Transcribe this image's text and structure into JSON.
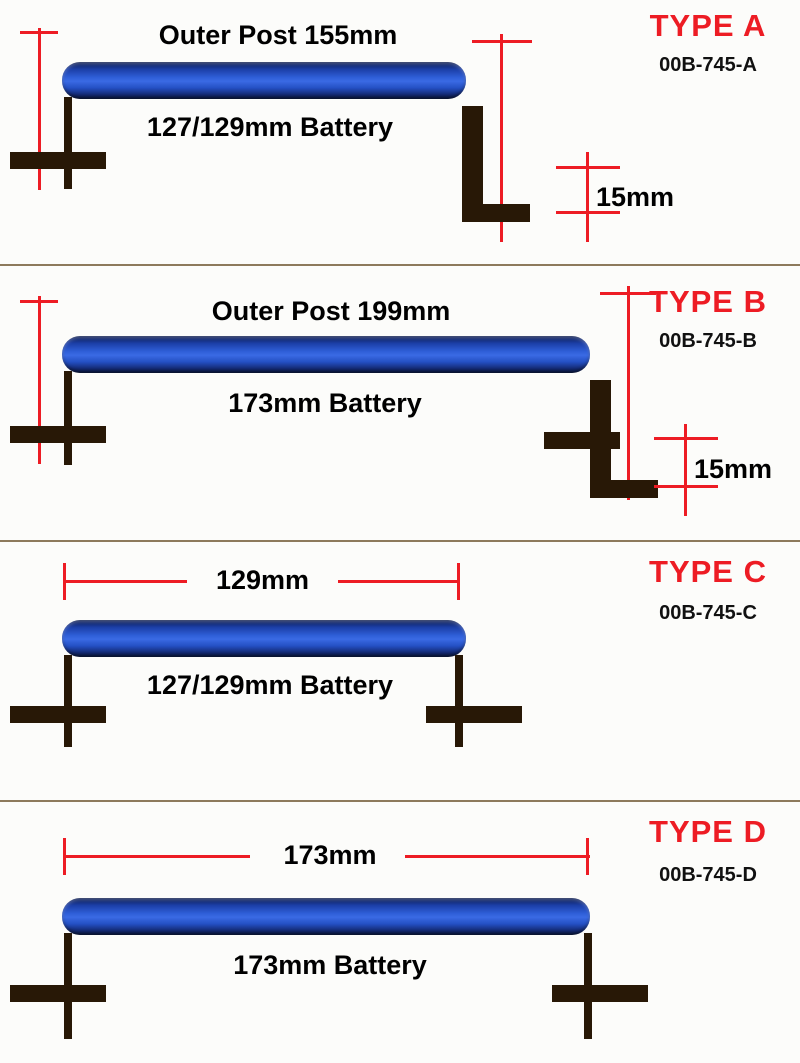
{
  "colors": {
    "accent_red": "#ed1c24",
    "post_blue": "#2f5fd8",
    "leg_dark_brown": "#281806",
    "divider_tan": "#8d7a5c"
  },
  "sections": [
    {
      "type_label": "TYPE A",
      "part_number": "00B-745-A",
      "top_label": "Outer Post 155mm",
      "battery_label": "127/129mm Battery",
      "offset_label": "15mm"
    },
    {
      "type_label": "TYPE B",
      "part_number": "00B-745-B",
      "top_label": "Outer Post 199mm",
      "battery_label": "173mm Battery",
      "offset_label": "15mm"
    },
    {
      "type_label": "TYPE C",
      "part_number": "00B-745-C",
      "top_label": "129mm",
      "battery_label": "127/129mm Battery"
    },
    {
      "type_label": "TYPE D",
      "part_number": "00B-745-D",
      "top_label": "173mm",
      "battery_label": "173mm Battery"
    }
  ]
}
